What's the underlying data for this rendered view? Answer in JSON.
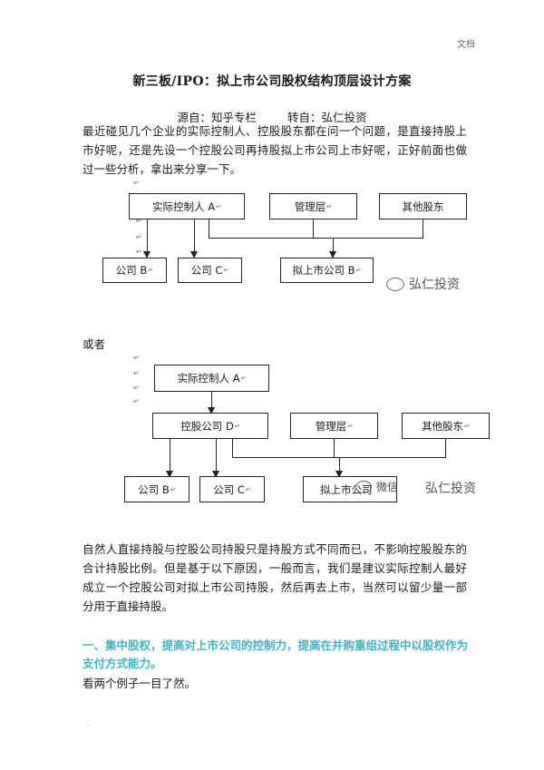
{
  "header": {
    "label": "文档"
  },
  "title": "新三板/IPO：拟上市公司股权结构顶层设计方案",
  "source": {
    "from": "源自：知乎专栏",
    "repost": "转自：弘仁投资"
  },
  "paragraphs": {
    "intro": "最近碰见几个企业的实际控制人、控股股东都在问一个问题，是直接持股上市好呢，还是先设一个控股公司再持股拟上市公司上市好呢，正好前面也做过一些分析，拿出来分享一下。",
    "or": "或者",
    "body": "自然人直接持股与控股公司持股只是持股方式不同而已，不影响控股股东的合计持股比例。但是基于以下原因，一般而言，我们是建议实际控制人最好成立一个控股公司对拟上市公司持股，然后再去上市，当然可以留少量一部分用于直接持股。",
    "heading1": "一、集中股权，提高对上市公司的控制力，提高在并购重组过程中以股权作为支付方式能力。",
    "after_heading": "看两个例子一目了然。"
  },
  "marks": {
    "return": "↵"
  },
  "diagram1": {
    "controller": "实际控制人 A",
    "management": "管理层",
    "others": "其他股东",
    "companyB": "公司 B",
    "companyC": "公司 C",
    "listed": "拟上市公司 B"
  },
  "diagram2": {
    "controller": "实际控制人 A",
    "holding": "控股公司 D",
    "management": "管理层",
    "others": "其他股东",
    "companyB": "公司 B",
    "companyC": "公司 C",
    "listed": "拟上市公司",
    "listed_tail": "微信"
  },
  "watermark": {
    "text": "弘仁投资"
  },
  "footer": {
    "text": "."
  }
}
